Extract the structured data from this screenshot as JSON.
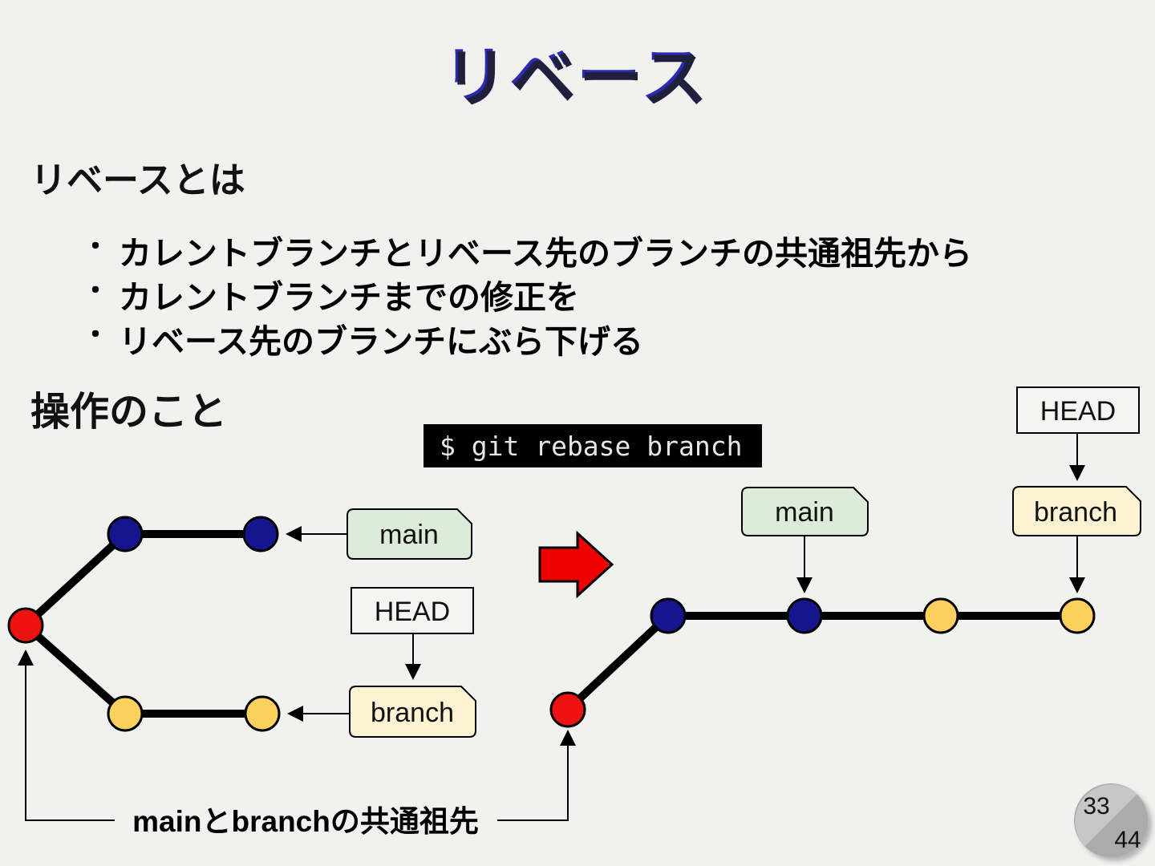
{
  "slide": {
    "title": "リベース",
    "heading_what": "リベースとは",
    "bullets": {
      "marker": "・",
      "items": [
        "カレントブランチとリベース先のブランチの共通祖先から",
        "カレントブランチまでの修正を",
        "リベース先のブランチにぶら下げる"
      ]
    },
    "heading_operation": "操作のこと",
    "command": "$ git rebase branch",
    "page_number": {
      "current": "33",
      "total": "44"
    }
  },
  "diagram": {
    "before": {
      "main": "main",
      "head": "HEAD",
      "branch": "branch"
    },
    "after": {
      "main": "main",
      "head": "HEAD",
      "branch": "branch"
    },
    "caption": "mainとbranchの共通祖先"
  },
  "colors": {
    "background": "#f1f1f0",
    "title_text": "#20203d",
    "title_accent": "#2a2ab5",
    "commit_main": "#15158d",
    "commit_branch": "#fcd05c",
    "commit_ancestor": "#ee1111",
    "label_main_bg": "#ddecd8",
    "label_branch_bg": "#fdf3d3",
    "label_head_bg": "#f4f4f2",
    "command_bg": "#000000",
    "command_text": "#e6e6e6",
    "big_arrow": "#ee0000",
    "page_circle_light": "#c7c7c7",
    "page_circle_dark": "#ababab"
  }
}
